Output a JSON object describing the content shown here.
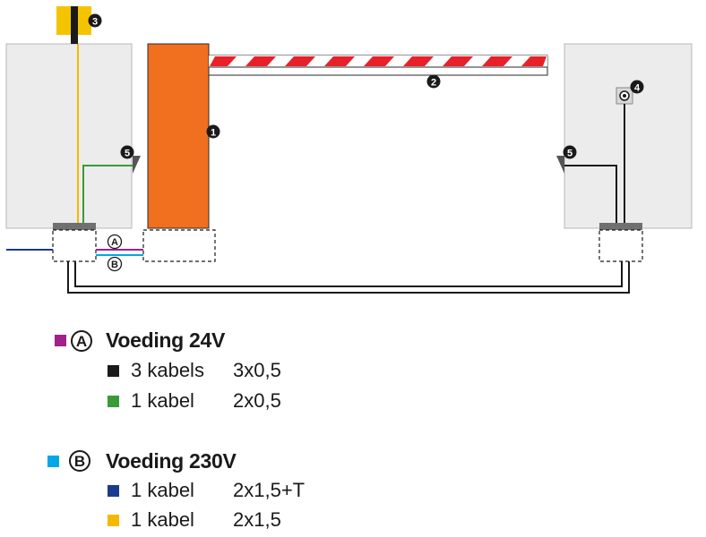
{
  "markers": {
    "m1": "1",
    "m2": "2",
    "m3": "3",
    "m4": "4",
    "m5_left": "5",
    "m5_right": "5",
    "cable_a": "A",
    "cable_b": "B"
  },
  "colors": {
    "wall": "#ececec",
    "barrier_body": "#f07020",
    "boom_stripe": "#e8202a",
    "light_yellow": "#f5c400",
    "cable_purple": "#a0208c",
    "cable_cyan": "#00a8e8",
    "cable_black": "#1a1a1a",
    "cable_green": "#3a9a3a",
    "cable_navy": "#1a3a8c",
    "cable_orange": "#f5b800"
  },
  "legend": {
    "group_a": {
      "symbol": "A",
      "title": "Voeding 24V",
      "swatch_color": "#a0208c",
      "rows": [
        {
          "swatch_color": "#1a1a1a",
          "count": "3 kabels",
          "spec": "3x0,5"
        },
        {
          "swatch_color": "#3a9a3a",
          "count": "1 kabel",
          "spec": "2x0,5"
        }
      ]
    },
    "group_b": {
      "symbol": "B",
      "title": "Voeding 230V",
      "swatch_color": "#00a8e8",
      "rows": [
        {
          "swatch_color": "#1a3a8c",
          "count": "1 kabel",
          "spec": "2x1,5+T"
        },
        {
          "swatch_color": "#f5b800",
          "count": "1 kabel",
          "spec": "2x1,5"
        }
      ]
    }
  }
}
